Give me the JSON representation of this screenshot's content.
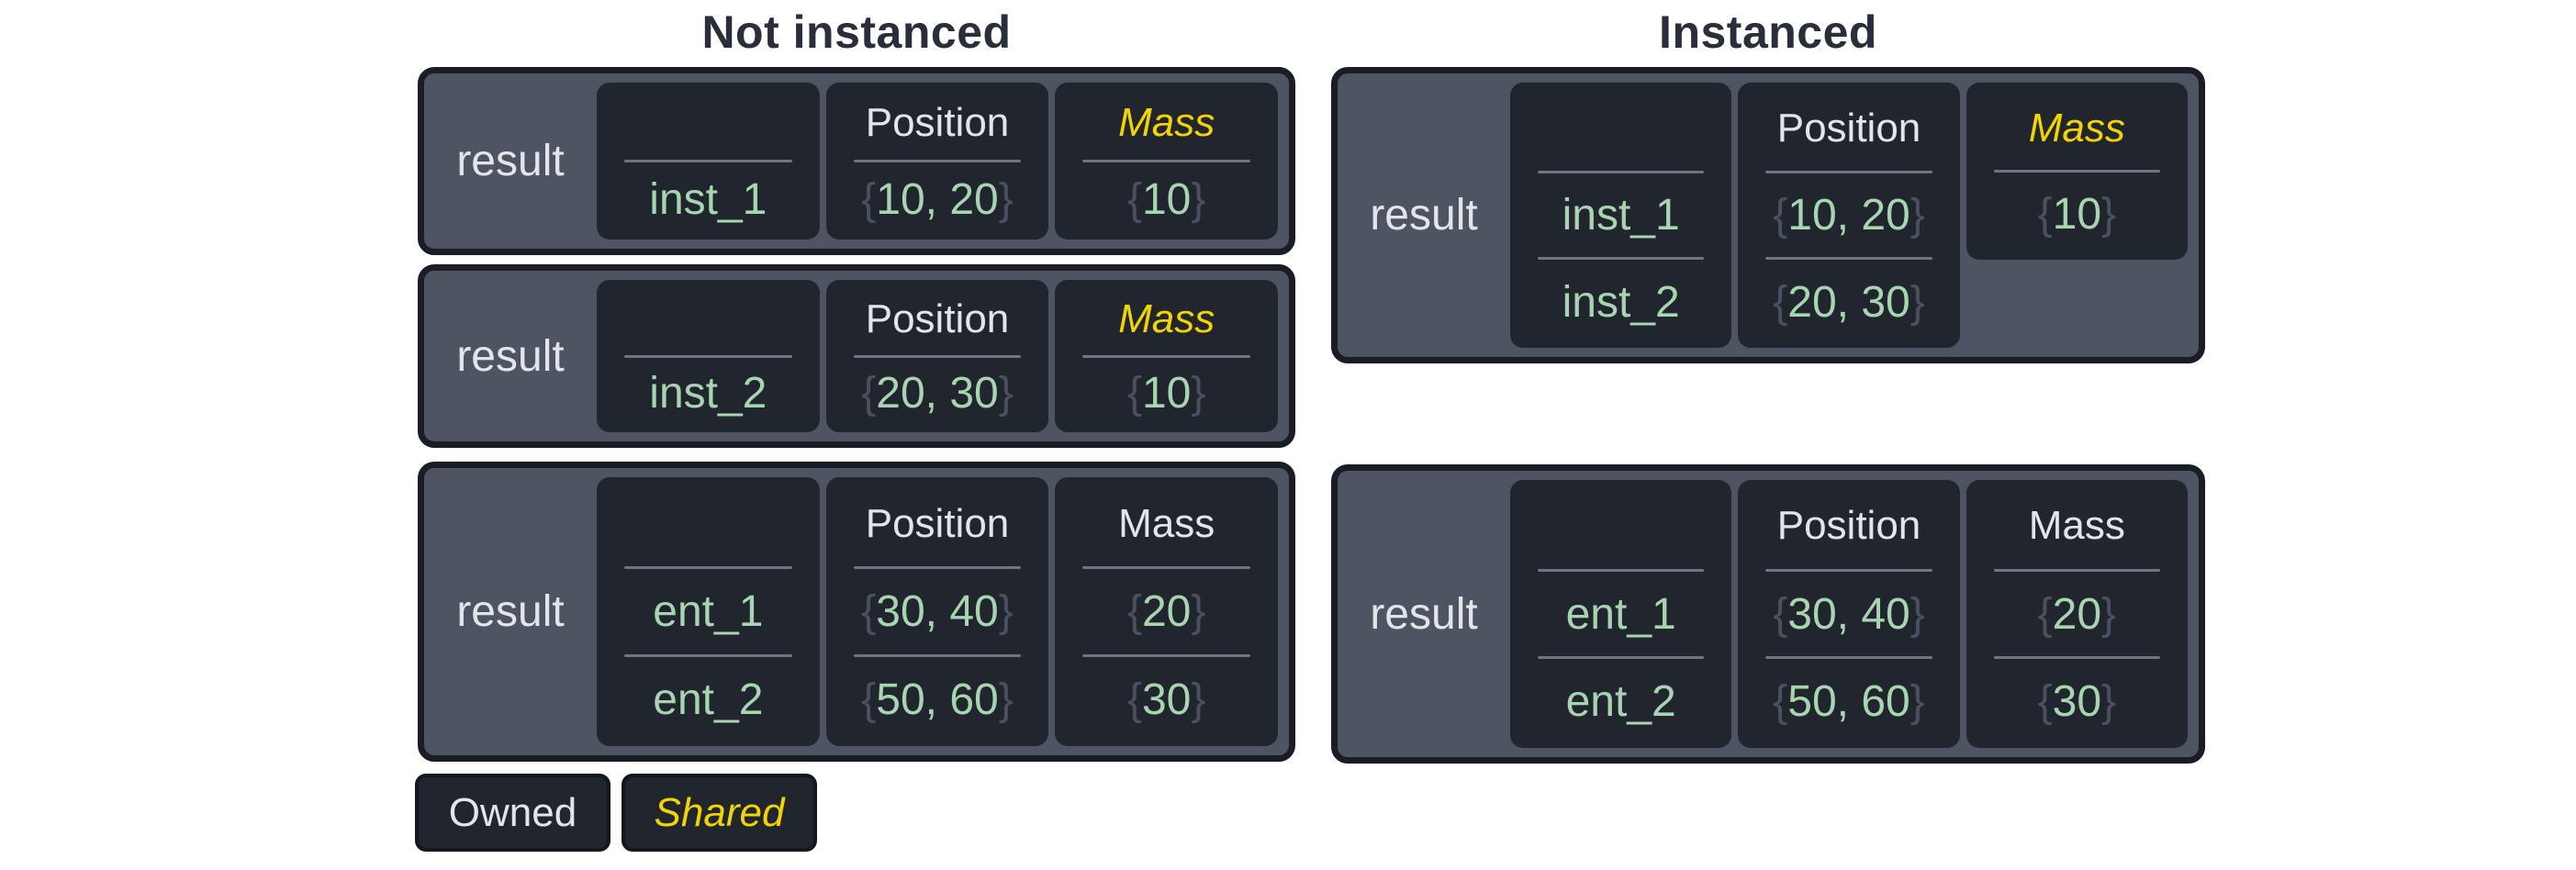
{
  "titles": {
    "left": "Not instanced",
    "right": "Instanced"
  },
  "result_label": "result",
  "syntax": {
    "brace_open": "{",
    "brace_close": "}"
  },
  "colors": {
    "page_bg": "#ffffff",
    "title_text": "#2a2e3a",
    "container_bg": "#4e5461",
    "container_border": "#1a1d26",
    "cell_bg": "#21252e",
    "light_text": "#e2e5ea",
    "owned_text": "#e2e5ea",
    "shared_yellow": "#f3d403",
    "value_green": "#a7d5b0",
    "brace_gray": "#4a505f",
    "divider_gray": "#6f7480"
  },
  "legend": [
    {
      "label": "Owned",
      "variant": "owned"
    },
    {
      "label": "Shared",
      "variant": "shared"
    }
  ],
  "boxes": [
    {
      "id": "left-1",
      "label": "result",
      "columns": [
        {
          "header": "",
          "variant": "owned",
          "short": false,
          "rows": [
            {
              "text": "inst_1",
              "braced": false
            }
          ]
        },
        {
          "header": "Position",
          "variant": "owned",
          "short": false,
          "rows": [
            {
              "text": "10, 20",
              "braced": true
            }
          ]
        },
        {
          "header": "Mass",
          "variant": "shared",
          "short": false,
          "rows": [
            {
              "text": "10",
              "braced": true
            }
          ]
        }
      ]
    },
    {
      "id": "left-2",
      "label": "result",
      "columns": [
        {
          "header": "",
          "variant": "owned",
          "short": false,
          "rows": [
            {
              "text": "inst_2",
              "braced": false
            }
          ]
        },
        {
          "header": "Position",
          "variant": "owned",
          "short": false,
          "rows": [
            {
              "text": "20, 30",
              "braced": true
            }
          ]
        },
        {
          "header": "Mass",
          "variant": "shared",
          "short": false,
          "rows": [
            {
              "text": "10",
              "braced": true
            }
          ]
        }
      ]
    },
    {
      "id": "left-3",
      "label": "result",
      "columns": [
        {
          "header": "",
          "variant": "owned",
          "short": false,
          "rows": [
            {
              "text": "ent_1",
              "braced": false
            },
            {
              "text": "ent_2",
              "braced": false
            }
          ]
        },
        {
          "header": "Position",
          "variant": "owned",
          "short": false,
          "rows": [
            {
              "text": "30, 40",
              "braced": true
            },
            {
              "text": "50, 60",
              "braced": true
            }
          ]
        },
        {
          "header": "Mass",
          "variant": "owned",
          "short": false,
          "rows": [
            {
              "text": "20",
              "braced": true
            },
            {
              "text": "30",
              "braced": true
            }
          ]
        }
      ]
    },
    {
      "id": "right-1",
      "label": "result",
      "columns": [
        {
          "header": "",
          "variant": "owned",
          "short": false,
          "rows": [
            {
              "text": "inst_1",
              "braced": false
            },
            {
              "text": "inst_2",
              "braced": false
            }
          ]
        },
        {
          "header": "Position",
          "variant": "owned",
          "short": false,
          "rows": [
            {
              "text": "10, 20",
              "braced": true
            },
            {
              "text": "20, 30",
              "braced": true
            }
          ]
        },
        {
          "header": "Mass",
          "variant": "shared",
          "short": true,
          "rows": [
            {
              "text": "10",
              "braced": true
            }
          ]
        }
      ]
    },
    {
      "id": "right-2",
      "label": "result",
      "columns": [
        {
          "header": "",
          "variant": "owned",
          "short": false,
          "rows": [
            {
              "text": "ent_1",
              "braced": false
            },
            {
              "text": "ent_2",
              "braced": false
            }
          ]
        },
        {
          "header": "Position",
          "variant": "owned",
          "short": false,
          "rows": [
            {
              "text": "30, 40",
              "braced": true
            },
            {
              "text": "50, 60",
              "braced": true
            }
          ]
        },
        {
          "header": "Mass",
          "variant": "owned",
          "short": false,
          "rows": [
            {
              "text": "20",
              "braced": true
            },
            {
              "text": "30",
              "braced": true
            }
          ]
        }
      ]
    }
  ]
}
